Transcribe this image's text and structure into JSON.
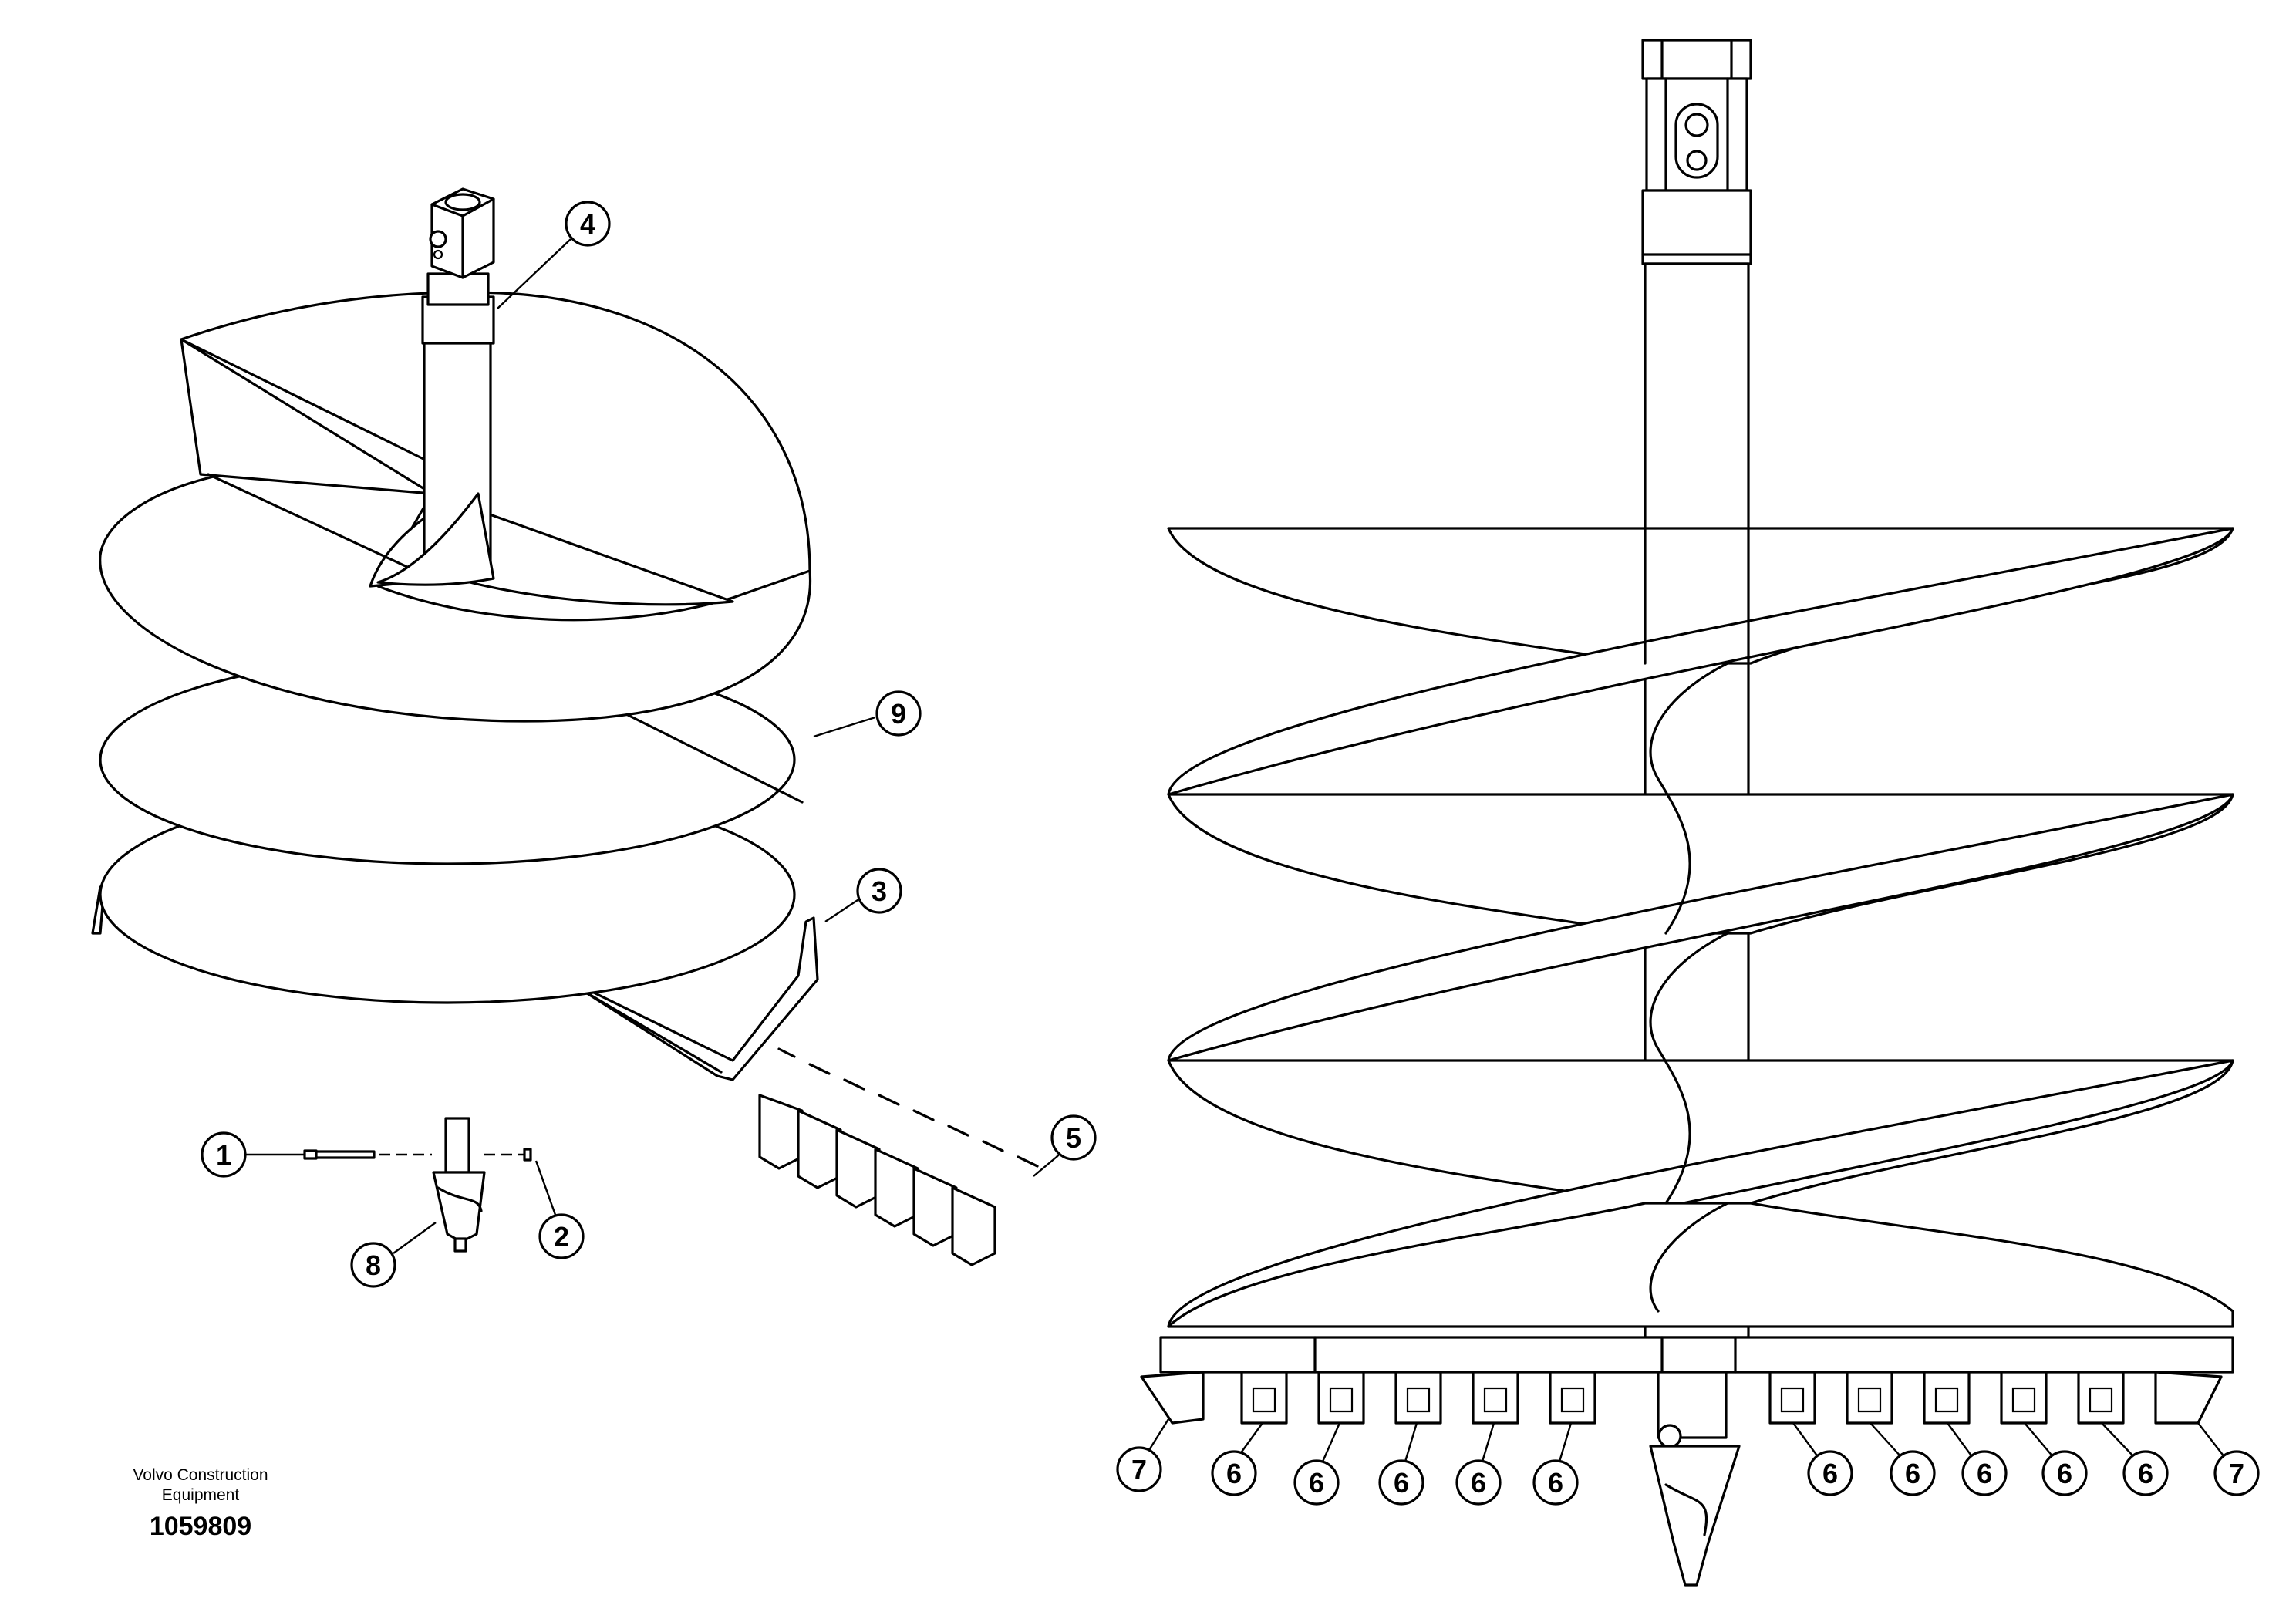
{
  "footer": {
    "maker_line1": "Volvo Construction",
    "maker_line2": "Equipment",
    "drawing_number": "1059809"
  },
  "callouts": {
    "c1": "1",
    "c2": "2",
    "c3": "3",
    "c4": "4",
    "c5": "5",
    "c6": "6",
    "c7": "7",
    "c8": "8",
    "c9": "9"
  },
  "colors": {
    "line": "#000000",
    "background": "#ffffff"
  },
  "icons": {
    "auger_iso": "auger-isometric-icon",
    "auger_side": "auger-side-view-icon",
    "pilot_bit": "pilot-bit-icon",
    "teeth": "tooth-icon"
  }
}
